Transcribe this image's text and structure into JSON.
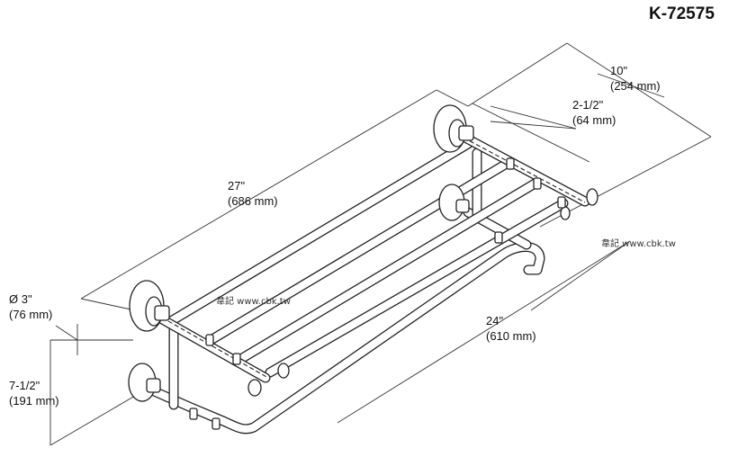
{
  "model_number": "K-72575",
  "dimensions": {
    "depth": {
      "in": "10\"",
      "mm": "(254 mm)"
    },
    "spacing": {
      "in": "2-1/2\"",
      "mm": "(64 mm)"
    },
    "length": {
      "in": "27\"",
      "mm": "(686 mm)"
    },
    "flange": {
      "in": "Ø 3\"",
      "mm": "(76 mm)"
    },
    "height": {
      "in": "7-1/2\"",
      "mm": "(191 mm)"
    },
    "bar_length": {
      "in": "24\"",
      "mm": "(610 mm)"
    }
  },
  "watermarks": {
    "right": "韋記 www.cbk.tw",
    "center": "韋記 www.cbk.tw"
  }
}
